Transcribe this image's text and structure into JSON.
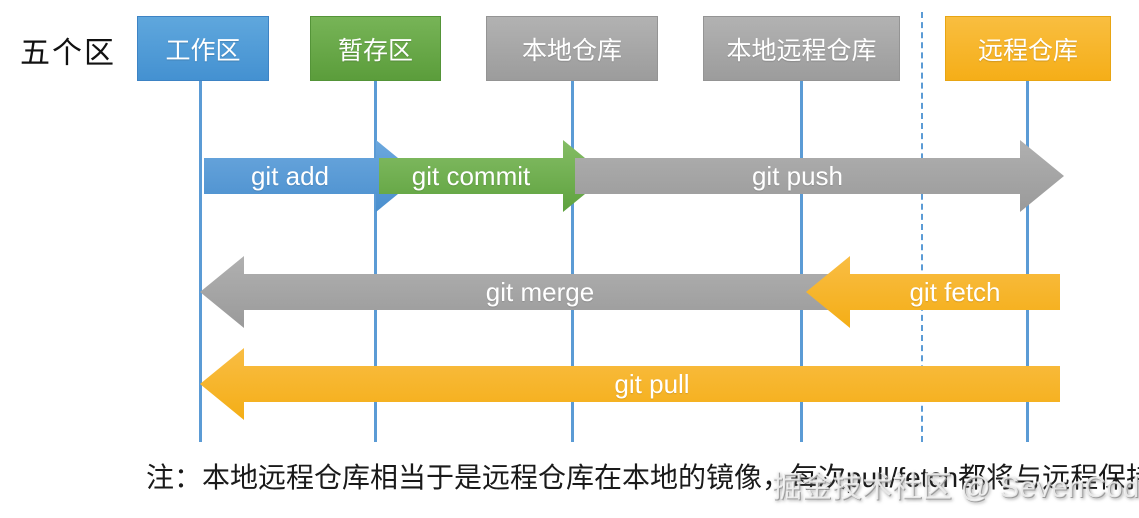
{
  "title": "五个区",
  "zones": [
    {
      "id": "working",
      "label": "工作区",
      "color": "#4a94d3"
    },
    {
      "id": "staging",
      "label": "暂存区",
      "color": "#63a544"
    },
    {
      "id": "local-repo",
      "label": "本地仓库",
      "color": "#a6a6a6"
    },
    {
      "id": "local-remote-repo",
      "label": "本地远程仓库",
      "color": "#a6a6a6"
    },
    {
      "id": "remote-repo",
      "label": "远程仓库",
      "color": "#f6b32a"
    }
  ],
  "arrows": [
    {
      "label": "git add",
      "direction": "right",
      "from": "工作区",
      "to": "暂存区",
      "color": "#5b9bd5"
    },
    {
      "label": "git commit",
      "direction": "right",
      "from": "暂存区",
      "to": "本地仓库",
      "color": "#6aaa4a"
    },
    {
      "label": "git push",
      "direction": "right",
      "from": "本地仓库",
      "to": "远程仓库",
      "color": "#a3a3a3"
    },
    {
      "label": "git merge",
      "direction": "left",
      "from": "本地远程仓库",
      "to": "工作区",
      "color": "#a3a3a3"
    },
    {
      "label": "git fetch",
      "direction": "left",
      "from": "远程仓库",
      "to": "本地远程仓库",
      "color": "#f6b32a"
    },
    {
      "label": "git pull",
      "direction": "left",
      "from": "远程仓库",
      "to": "工作区",
      "color": "#f6b32a"
    }
  ],
  "note": "注：本地远程仓库相当于是远程仓库在本地的镜像，每次pull/fetch都将与远程保持同步",
  "watermark": "掘金技术社区 @ SevenCoding",
  "line_color": "#5b9bd5"
}
